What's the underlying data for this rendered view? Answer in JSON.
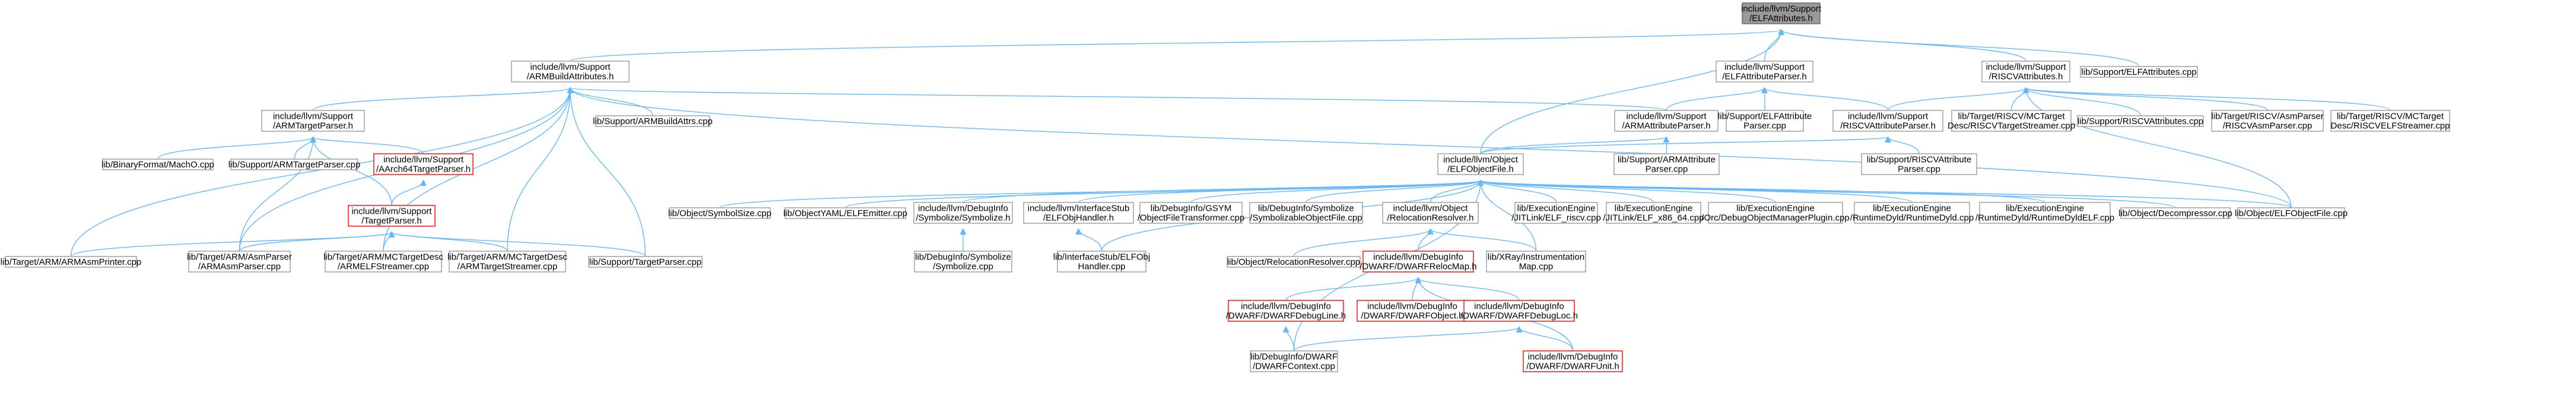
{
  "graph": {
    "nodes": [
      {
        "id": "elfattributes_h",
        "lines": [
          "include/llvm/Support",
          "/ELFAttributes.h"
        ],
        "style": "root"
      },
      {
        "id": "armbuildattributes_h",
        "lines": [
          "include/llvm/Support",
          "/ARMBuildAttributes.h"
        ],
        "style": "normal"
      },
      {
        "id": "elfattributeparser_h",
        "lines": [
          "include/llvm/Support",
          "/ELFAttributeParser.h"
        ],
        "style": "normal"
      },
      {
        "id": "riscvattributes_h",
        "lines": [
          "include/llvm/Support",
          "/RISCVAttributes.h"
        ],
        "style": "normal"
      },
      {
        "id": "elfattributes_cpp",
        "lines": [
          "lib/Support/ELFAttributes.cpp"
        ],
        "style": "normal"
      },
      {
        "id": "armtargetparser_h",
        "lines": [
          "include/llvm/Support",
          "/ARMTargetParser.h"
        ],
        "style": "normal"
      },
      {
        "id": "armbuildattrs_cpp",
        "lines": [
          "lib/Support/ARMBuildAttrs.cpp"
        ],
        "style": "normal"
      },
      {
        "id": "armattributeparser_h",
        "lines": [
          "include/llvm/Support",
          "/ARMAttributeParser.h"
        ],
        "style": "normal"
      },
      {
        "id": "elfattributeparser_cpp",
        "lines": [
          "lib/Support/ELFAttribute",
          "Parser.cpp"
        ],
        "style": "normal"
      },
      {
        "id": "riscvattributeparser_h",
        "lines": [
          "include/llvm/Support",
          "/RISCVAttributeParser.h"
        ],
        "style": "normal"
      },
      {
        "id": "riscvtargetstreamer_cpp",
        "lines": [
          "lib/Target/RISCV/MCTarget",
          "Desc/RISCVTargetStreamer.cpp"
        ],
        "style": "normal"
      },
      {
        "id": "riscvattributes_cpp",
        "lines": [
          "lib/Support/RISCVAttributes.cpp"
        ],
        "style": "normal"
      },
      {
        "id": "riscvasmparser_cpp",
        "lines": [
          "lib/Target/RISCV/AsmParser",
          "/RISCVAsmParser.cpp"
        ],
        "style": "normal"
      },
      {
        "id": "riscvelfstreamer_cpp",
        "lines": [
          "lib/Target/RISCV/MCTarget",
          "Desc/RISCVELFStreamer.cpp"
        ],
        "style": "normal"
      },
      {
        "id": "machu_cpp",
        "lines": [
          "lib/BinaryFormat/MachO.cpp"
        ],
        "style": "normal"
      },
      {
        "id": "armtargetparser_cpp",
        "lines": [
          "lib/Support/ARMTargetParser.cpp"
        ],
        "style": "normal"
      },
      {
        "id": "aarch64targetparser_h",
        "lines": [
          "include/llvm/Support",
          "/AArch64TargetParser.h"
        ],
        "style": "red"
      },
      {
        "id": "targetparser_h",
        "lines": [
          "include/llvm/Support",
          "/TargetParser.h"
        ],
        "style": "red"
      },
      {
        "id": "armattributeparser_cpp",
        "lines": [
          "lib/Support/ARMAttribute",
          "Parser.cpp"
        ],
        "style": "normal"
      },
      {
        "id": "riscvattributeparser_cpp",
        "lines": [
          "lib/Support/RISCVAttribute",
          "Parser.cpp"
        ],
        "style": "normal"
      },
      {
        "id": "elfobjectfile_h",
        "lines": [
          "include/llvm/Object",
          "/ELFObjectFile.h"
        ],
        "style": "normal"
      },
      {
        "id": "symbolsize_cpp",
        "lines": [
          "lib/Object/SymbolSize.cpp"
        ],
        "style": "normal"
      },
      {
        "id": "elfemitter_cpp",
        "lines": [
          "lib/ObjectYAML/ELFEmitter.cpp"
        ],
        "style": "normal"
      },
      {
        "id": "symbolize_h",
        "lines": [
          "include/llvm/DebugInfo",
          "/Symbolize/Symbolize.h"
        ],
        "style": "normal"
      },
      {
        "id": "elfobjhandler_h",
        "lines": [
          "include/llvm/InterfaceStub",
          "/ELFObjHandler.h"
        ],
        "style": "normal"
      },
      {
        "id": "objectfiletransformer_cpp",
        "lines": [
          "lib/DebugInfo/GSYM",
          "/ObjectFileTransformer.cpp"
        ],
        "style": "normal"
      },
      {
        "id": "symbolizableobjectfile_cpp",
        "lines": [
          "lib/DebugInfo/Symbolize",
          "/SymbolizableObjectFile.cpp"
        ],
        "style": "normal"
      },
      {
        "id": "relocationresolver_h",
        "lines": [
          "include/llvm/Object",
          "/RelocationResolver.h"
        ],
        "style": "normal"
      },
      {
        "id": "elf_riscv_cpp",
        "lines": [
          "lib/ExecutionEngine",
          "/JITLink/ELF_riscv.cpp"
        ],
        "style": "normal"
      },
      {
        "id": "elf_x86_64_cpp",
        "lines": [
          "lib/ExecutionEngine",
          "/JITLink/ELF_x86_64.cpp"
        ],
        "style": "normal"
      },
      {
        "id": "debugobjectmanagerplugin_cpp",
        "lines": [
          "lib/ExecutionEngine",
          "/Orc/DebugObjectManagerPlugin.cpp"
        ],
        "style": "normal"
      },
      {
        "id": "runtimedyld_cpp",
        "lines": [
          "lib/ExecutionEngine",
          "/RuntimeDyld/RuntimeDyld.cpp"
        ],
        "style": "normal"
      },
      {
        "id": "runtimedyldelf_cpp",
        "lines": [
          "lib/ExecutionEngine",
          "/RuntimeDyld/RuntimeDyldELF.cpp"
        ],
        "style": "normal"
      },
      {
        "id": "decompressor_cpp",
        "lines": [
          "lib/Object/Decompressor.cpp"
        ],
        "style": "normal"
      },
      {
        "id": "elfobjectfile_cpp",
        "lines": [
          "lib/Object/ELFObjectFile.cpp"
        ],
        "style": "normal"
      },
      {
        "id": "armasmprinter_cpp",
        "lines": [
          "lib/Target/ARM/ARMAsmPrinter.cpp"
        ],
        "style": "normal"
      },
      {
        "id": "armasmparser_cpp",
        "lines": [
          "lib/Target/ARM/AsmParser",
          "/ARMAsmParser.cpp"
        ],
        "style": "normal"
      },
      {
        "id": "armelfstreamer_cpp",
        "lines": [
          "lib/Target/ARM/MCTargetDesc",
          "/ARMELFStreamer.cpp"
        ],
        "style": "normal"
      },
      {
        "id": "armtargetstreamer_cpp",
        "lines": [
          "lib/Target/ARM/MCTargetDesc",
          "/ARMTargetStreamer.cpp"
        ],
        "style": "normal"
      },
      {
        "id": "targetparser_cpp",
        "lines": [
          "lib/Support/TargetParser.cpp"
        ],
        "style": "normal"
      },
      {
        "id": "symbolize_cpp",
        "lines": [
          "lib/DebugInfo/Symbolize",
          "/Symbolize.cpp"
        ],
        "style": "normal"
      },
      {
        "id": "elfobjhandler_cpp",
        "lines": [
          "lib/InterfaceStub/ELFObj",
          "Handler.cpp"
        ],
        "style": "normal"
      },
      {
        "id": "relocationresolver_cpp",
        "lines": [
          "lib/Object/RelocationResolver.cpp"
        ],
        "style": "normal"
      },
      {
        "id": "dwarfrelocmap_h",
        "lines": [
          "include/llvm/DebugInfo",
          "/DWARF/DWARFRelocMap.h"
        ],
        "style": "red"
      },
      {
        "id": "xrayinstrumentationmap_cpp",
        "lines": [
          "lib/XRay/Instrumentation",
          "Map.cpp"
        ],
        "style": "normal"
      },
      {
        "id": "dwarfdebugline_h",
        "lines": [
          "include/llvm/DebugInfo",
          "/DWARF/DWARFDebugLine.h"
        ],
        "style": "red"
      },
      {
        "id": "dwarfobject_h",
        "lines": [
          "include/llvm/DebugInfo",
          "/DWARF/DWARFObject.h"
        ],
        "style": "red"
      },
      {
        "id": "dwarfdebugloc_h",
        "lines": [
          "include/llvm/DebugInfo",
          "/DWARF/DWARFDebugLoc.h"
        ],
        "style": "red"
      },
      {
        "id": "dwarfcontext_cpp",
        "lines": [
          "lib/DebugInfo/DWARF",
          "/DWARFContext.cpp"
        ],
        "style": "normal"
      },
      {
        "id": "dwarfunit_h",
        "lines": [
          "include/llvm/DebugInfo",
          "/DWARF/DWARFUnit.h"
        ],
        "style": "red"
      }
    ],
    "edges": [
      [
        "elfattributes_h",
        "armbuildattributes_h"
      ],
      [
        "elfattributes_h",
        "elfattributeparser_h"
      ],
      [
        "elfattributes_h",
        "riscvattributes_h"
      ],
      [
        "elfattributes_h",
        "elfattributes_cpp"
      ],
      [
        "elfattributes_h",
        "elfobjectfile_h"
      ],
      [
        "armbuildattributes_h",
        "armtargetparser_h"
      ],
      [
        "armbuildattributes_h",
        "armbuildattrs_cpp"
      ],
      [
        "armbuildattributes_h",
        "armattributeparser_h"
      ],
      [
        "armbuildattributes_h",
        "armasmprinter_cpp"
      ],
      [
        "armbuildattributes_h",
        "armasmparser_cpp"
      ],
      [
        "armbuildattributes_h",
        "armelfstreamer_cpp"
      ],
      [
        "armbuildattributes_h",
        "armtargetstreamer_cpp"
      ],
      [
        "armbuildattributes_h",
        "targetparser_cpp"
      ],
      [
        "armbuildattributes_h",
        "elfobjectfile_cpp"
      ],
      [
        "armtargetparser_h",
        "machu_cpp"
      ],
      [
        "armtargetparser_h",
        "armtargetparser_cpp"
      ],
      [
        "armtargetparser_h",
        "aarch64targetparser_h"
      ],
      [
        "armtargetparser_h",
        "targetparser_h"
      ],
      [
        "armtargetparser_h",
        "armasmparser_cpp"
      ],
      [
        "aarch64targetparser_h",
        "targetparser_h"
      ],
      [
        "targetparser_h",
        "armasmprinter_cpp"
      ],
      [
        "targetparser_h",
        "armasmparser_cpp"
      ],
      [
        "targetparser_h",
        "armelfstreamer_cpp"
      ],
      [
        "targetparser_h",
        "armtargetstreamer_cpp"
      ],
      [
        "targetparser_h",
        "targetparser_cpp"
      ],
      [
        "elfattributeparser_h",
        "armattributeparser_h"
      ],
      [
        "elfattributeparser_h",
        "elfattributeparser_cpp"
      ],
      [
        "elfattributeparser_h",
        "riscvattributeparser_h"
      ],
      [
        "armattributeparser_h",
        "armattributeparser_cpp"
      ],
      [
        "armattributeparser_h",
        "elfobjectfile_h"
      ],
      [
        "riscvattributes_h",
        "riscvattributeparser_h"
      ],
      [
        "riscvattributes_h",
        "riscvtargetstreamer_cpp"
      ],
      [
        "riscvattributes_h",
        "riscvattributes_cpp"
      ],
      [
        "riscvattributes_h",
        "riscvasmparser_cpp"
      ],
      [
        "riscvattributes_h",
        "riscvelfstreamer_cpp"
      ],
      [
        "riscvattributes_h",
        "elfobjectfile_cpp"
      ],
      [
        "riscvattributeparser_h",
        "riscvattributeparser_cpp"
      ],
      [
        "riscvattributeparser_h",
        "elfobjectfile_h"
      ],
      [
        "elfobjectfile_h",
        "symbolsize_cpp"
      ],
      [
        "elfobjectfile_h",
        "elfemitter_cpp"
      ],
      [
        "elfobjectfile_h",
        "symbolize_h"
      ],
      [
        "elfobjectfile_h",
        "elfobjhandler_h"
      ],
      [
        "elfobjectfile_h",
        "objectfiletransformer_cpp"
      ],
      [
        "elfobjectfile_h",
        "symbolizableobjectfile_cpp"
      ],
      [
        "elfobjectfile_h",
        "relocationresolver_h"
      ],
      [
        "elfobjectfile_h",
        "elf_riscv_cpp"
      ],
      [
        "elfobjectfile_h",
        "elf_x86_64_cpp"
      ],
      [
        "elfobjectfile_h",
        "debugobjectmanagerplugin_cpp"
      ],
      [
        "elfobjectfile_h",
        "runtimedyld_cpp"
      ],
      [
        "elfobjectfile_h",
        "runtimedyldelf_cpp"
      ],
      [
        "elfobjectfile_h",
        "decompressor_cpp"
      ],
      [
        "elfobjectfile_h",
        "elfobjectfile_cpp"
      ],
      [
        "elfobjectfile_h",
        "elfobjhandler_cpp"
      ],
      [
        "elfobjectfile_h",
        "xrayinstrumentationmap_cpp"
      ],
      [
        "elfobjectfile_h",
        "dwarfcontext_cpp"
      ],
      [
        "symbolize_h",
        "symbolize_cpp"
      ],
      [
        "elfobjhandler_h",
        "elfobjhandler_cpp"
      ],
      [
        "relocationresolver_h",
        "relocationresolver_cpp"
      ],
      [
        "relocationresolver_h",
        "dwarfrelocmap_h"
      ],
      [
        "relocationresolver_h",
        "xrayinstrumentationmap_cpp"
      ],
      [
        "dwarfrelocmap_h",
        "dwarfdebugline_h"
      ],
      [
        "dwarfrelocmap_h",
        "dwarfobject_h"
      ],
      [
        "dwarfrelocmap_h",
        "dwarfdebugloc_h"
      ],
      [
        "dwarfrelocmap_h",
        "dwarfunit_h"
      ],
      [
        "dwarfdebugloc_h",
        "dwarfcontext_cpp"
      ],
      [
        "dwarfdebugloc_h",
        "dwarfunit_h"
      ],
      [
        "dwarfdebugline_h",
        "dwarfcontext_cpp"
      ]
    ]
  }
}
